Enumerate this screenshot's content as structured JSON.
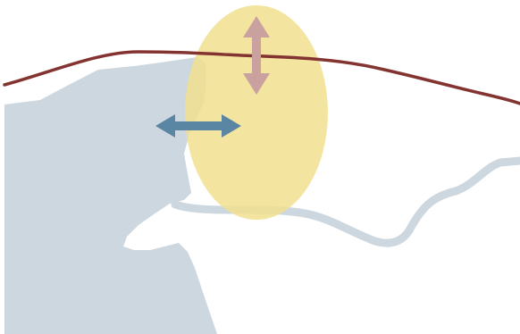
{
  "colors": {
    "background": "#ffffff",
    "landmass": "#ccd7df",
    "stream": "#ccd7df",
    "ellipse": "#f1df8f",
    "ellipse_opacity": 0.85,
    "boundary_line": "#833430",
    "arrow_horizontal": "#5a86a3",
    "arrow_vertical": "#c9a2a0"
  },
  "arrows": {
    "horizontal_icon": "double-headed-horizontal-arrow",
    "vertical_icon": "double-headed-vertical-arrow"
  }
}
